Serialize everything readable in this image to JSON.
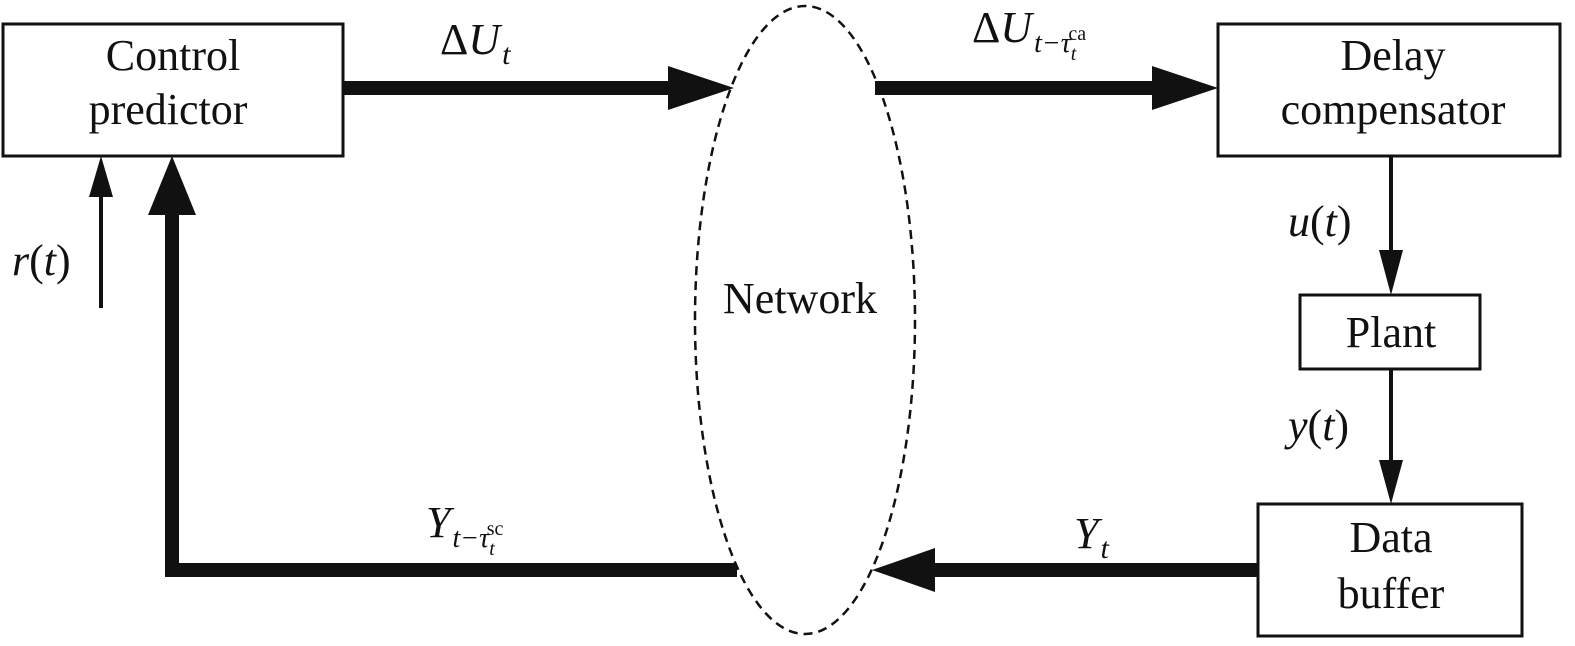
{
  "blocks": {
    "control_predictor": {
      "line1": "Control",
      "line2": "predictor"
    },
    "delay_compensator": {
      "line1": "Delay",
      "line2": "compensator"
    },
    "plant": {
      "label": "Plant"
    },
    "data_buffer": {
      "line1": "Data",
      "line2": "buffer"
    },
    "network": {
      "label": "Network"
    }
  },
  "signals": {
    "delta_u": {
      "symbol": "U",
      "subscript": "t",
      "prefix": "Δ"
    },
    "delta_u_delayed": {
      "prefix": "Δ",
      "symbol": "U",
      "sub_main": "t−τ",
      "sub_sub": "t",
      "sup": "ca"
    },
    "reference": {
      "text": "r",
      "paren": "(",
      "arg": "t",
      "close": ")"
    },
    "control_input": {
      "text": "u",
      "paren": "(",
      "arg": "t",
      "close": ")"
    },
    "output": {
      "text": "y",
      "paren": "(",
      "arg": "t",
      "close": ")"
    },
    "y_t": {
      "symbol": "Y",
      "subscript": "t"
    },
    "y_delayed": {
      "symbol": "Y",
      "sub_main": "t−τ",
      "sub_sub": "t",
      "sup": "sc"
    }
  },
  "colors": {
    "stroke": "#111111",
    "background": "#ffffff"
  }
}
